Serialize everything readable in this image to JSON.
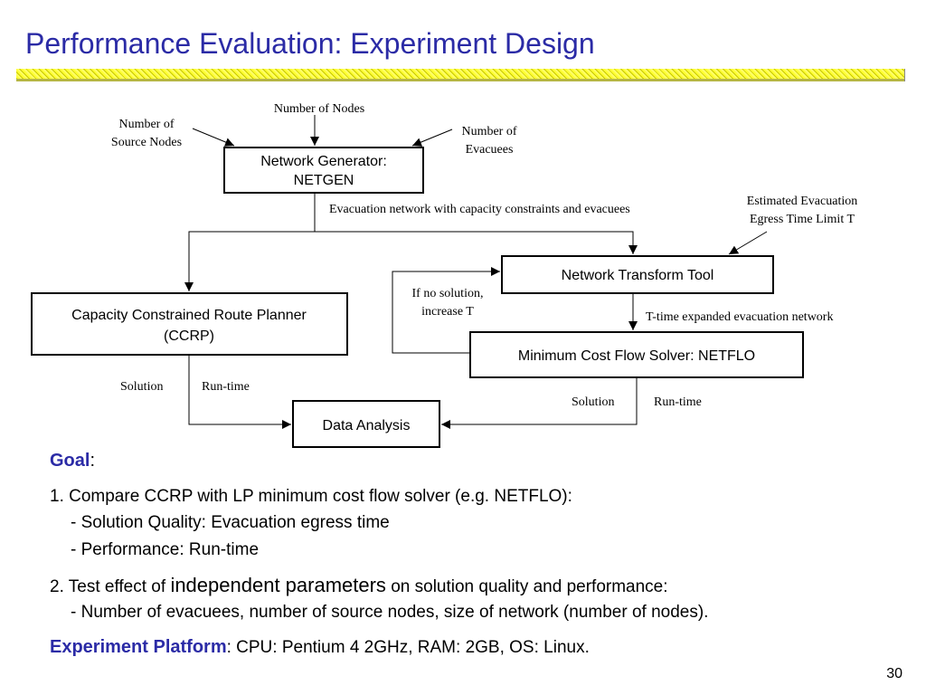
{
  "slide": {
    "title": "Performance Evaluation: Experiment Design",
    "page_number": "30",
    "colors": {
      "title": "#2b2ba6",
      "accent": "#ffff33"
    }
  },
  "diagram": {
    "boxes": {
      "netgen_line1": "Network Generator:",
      "netgen_line2": "NETGEN",
      "transform": "Network Transform Tool",
      "ccrp_line1": "Capacity Constrained Route Planner",
      "ccrp_line2": "(CCRP)",
      "netflo": "Minimum Cost Flow Solver: NETFLO",
      "analysis": "Data Analysis"
    },
    "labels": {
      "num_nodes": "Number of Nodes",
      "num_source_1": "Number of",
      "num_source_2": "Source Nodes",
      "num_evac_1": "Number of",
      "num_evac_2": "Evacuees",
      "evac_network": "Evacuation network with capacity constraints and evacuees",
      "egress_1": "Estimated Evacuation",
      "egress_2": "Egress Time Limit T",
      "no_solution_1": "If no solution,",
      "no_solution_2": "increase T",
      "texpanded": "T-time expanded evacuation network",
      "ccrp_solution": "Solution",
      "ccrp_runtime": "Run-time",
      "netflo_solution": "Solution",
      "netflo_runtime": "Run-time"
    }
  },
  "goal": {
    "label": "Goal",
    "colon": ":",
    "item1": "1. Compare CCRP with LP minimum cost flow solver (e.g. NETFLO):",
    "item1_sub1": "- Solution Quality: Evacuation egress time",
    "item1_sub2": "- Performance: Run-time",
    "item2_pre": "2. Test effect of ",
    "item2_emph": "independent parameters",
    "item2_post": " on solution quality and performance:",
    "item2_sub1": "- Number of evacuees, number of source nodes, size of network (number of nodes)."
  },
  "platform": {
    "label": "Experiment Platform",
    "text": ": CPU: Pentium 4 2GHz, RAM: 2GB, OS: Linux."
  }
}
